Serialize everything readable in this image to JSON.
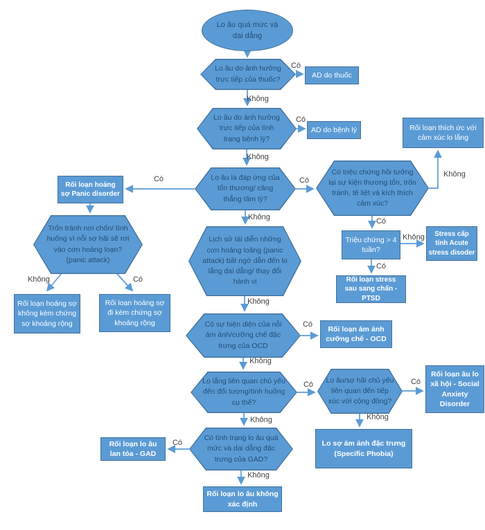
{
  "title": "Anxiety disorder diagnostic flowchart (Vietnamese)",
  "colors": {
    "shape_fill": "#5B9BD5",
    "shape_border": "#41719C",
    "question_text": "#1F4E79",
    "result_text": "#ffffff",
    "edge_label_text": "#3f3f3f",
    "arrow": "#5B9BD5",
    "background": "#ffffff"
  },
  "nodes": {
    "start": {
      "label": "Lo âu quá mức và dai dẳng"
    },
    "q_drug": {
      "label": "Lo âu do ảnh hưởng trực tiếp của thuốc?"
    },
    "r_ad_drug": {
      "label": "AD do thuốc"
    },
    "q_medical": {
      "label": "Lo âu do ảnh hưởng trực tiếp của tình trạng bệnh lý?"
    },
    "r_ad_medical": {
      "label": "AD do bệnh lý"
    },
    "q_trauma": {
      "label": "Lo âu là đáp ứng của tổn thương/ căng thẳng tâm lý?"
    },
    "r_panic": {
      "label": "Rối loạn hoảng sợ Panic disorder"
    },
    "q_ptsd_sym": {
      "label": "Có triệu chứng hồi tưởng lại sự kiện thương tổn, trốn tránh, tê liệt và kích thích cảm xúc?"
    },
    "r_adjust": {
      "label": "Rối loạn thích ức với cảm xúc lo lắng"
    },
    "q_weeks": {
      "label": "Triệu chứng > 4 tuần?"
    },
    "r_acute": {
      "label": "Stress cấp tính Acute stress disoder"
    },
    "r_ptsd": {
      "label": "Rối loạn stress sau sang chấn - PTSD"
    },
    "q_avoid": {
      "label": "Trốn tránh nơi chốn/ tình huống vì nỗi sợ hãi sẽ rơi vào cơn hoảng loạn? (panic attack)"
    },
    "r_panic_no_agora": {
      "label": "Rối loạn hoảng sợ không kèm chứng sợ khoảng rộng"
    },
    "r_panic_agora": {
      "label": "Rối loạn hoảng sợ đi kèm chứng sợ khoảng rộng"
    },
    "q_history": {
      "label": "Lịch sử tái diễn những cơn hoảng loảng (panic attack) bất ngờ dẫn đến lo lắng dai dẳng/ thay đổi hành vi"
    },
    "q_ocd": {
      "label": "Có sự hiện diện của nỗi ám ảnh/cưỡng chế đặc trưng của OCD"
    },
    "r_ocd": {
      "label": "Rối loạn ám ảnh cưỡng chế - OCD"
    },
    "q_specific": {
      "label": "Lo lắng liên quan chủ yếu đến đối tượng/tình huống cụ thể?"
    },
    "q_social": {
      "label": "Lo âu/sợ hãi chủ yếu liên quan đến tiếp xúc với cộng đồng?"
    },
    "r_social": {
      "label": "Rối loạn âu lo xã hội - Social Anxiety Disorder"
    },
    "r_phobia": {
      "label": "Lo sợ ám ảnh đặc trưng (Specific Phobia)"
    },
    "q_gad": {
      "label": "Có tình trạng lo âu quá mức và dai dẳng đặc trưng của GAD?"
    },
    "r_gad": {
      "label": "Rối loạn lo âu lan tỏa - GAD"
    },
    "r_unspecified": {
      "label": "Rối loạn lo âu không xác định"
    }
  },
  "edge_labels": {
    "drug_yes": "Có",
    "drug_no": "Không",
    "medical_yes": "Có",
    "medical_no": "Không",
    "trauma_yes_right": "Có",
    "trauma_yes_left": "Có",
    "trauma_no": "Không",
    "ptsdsym_no": "Không",
    "ptsdsym_yes": "Có",
    "weeks_no": "Không",
    "weeks_yes": "Có",
    "avoid_no": "Không",
    "avoid_yes": "Có",
    "history_no": "Không",
    "ocd_yes": "Có",
    "ocd_no": "Không",
    "specific_yes": "Có",
    "specific_no": "Không",
    "social_yes": "Có",
    "social_no": "Không",
    "gad_yes": "Có",
    "gad_no": "Không"
  }
}
